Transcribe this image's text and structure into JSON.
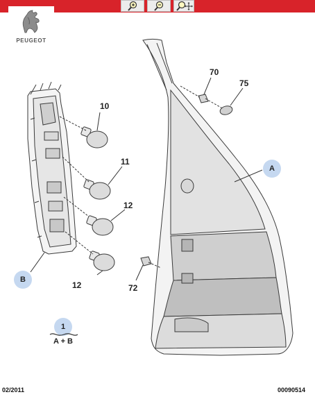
{
  "toolbar": {
    "tools": [
      "zoom-in-icon",
      "zoom-out-icon",
      "zoom-pan-icon"
    ]
  },
  "brand": {
    "name": "PEUGEOT"
  },
  "colors": {
    "topbar": "#d8232a",
    "callout": "#c5d8f0"
  },
  "parts": {
    "p10": "10",
    "p11": "11",
    "p12_upper": "12",
    "p12_lower": "12",
    "p70": "70",
    "p75": "75",
    "p72": "72"
  },
  "callouts": {
    "a": "A",
    "b": "B",
    "assembly": "1"
  },
  "assembly_label": "A + B",
  "footer": {
    "date": "02/2011",
    "reference": "00090514"
  }
}
